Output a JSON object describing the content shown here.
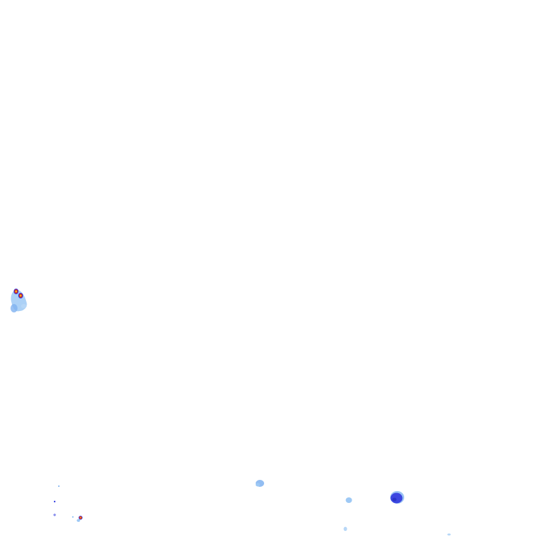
{
  "map": {
    "layer": "precipitation-radar",
    "background_color": "#ffffff",
    "intensity_colors": {
      "light": "#9ec9f5",
      "moderate": "#6fa8ee",
      "heavy": "#3c46e0",
      "intense": "#d42020",
      "core": "#f2c21a"
    },
    "echoes": [
      {
        "id": "cell-west",
        "intensity": "intense"
      },
      {
        "id": "cell-southwest",
        "intensity": "intense"
      },
      {
        "id": "cell-south-central",
        "intensity": "light"
      },
      {
        "id": "cell-south",
        "intensity": "light"
      },
      {
        "id": "cell-southeast",
        "intensity": "heavy"
      },
      {
        "id": "cell-southeast-small",
        "intensity": "light"
      }
    ]
  }
}
